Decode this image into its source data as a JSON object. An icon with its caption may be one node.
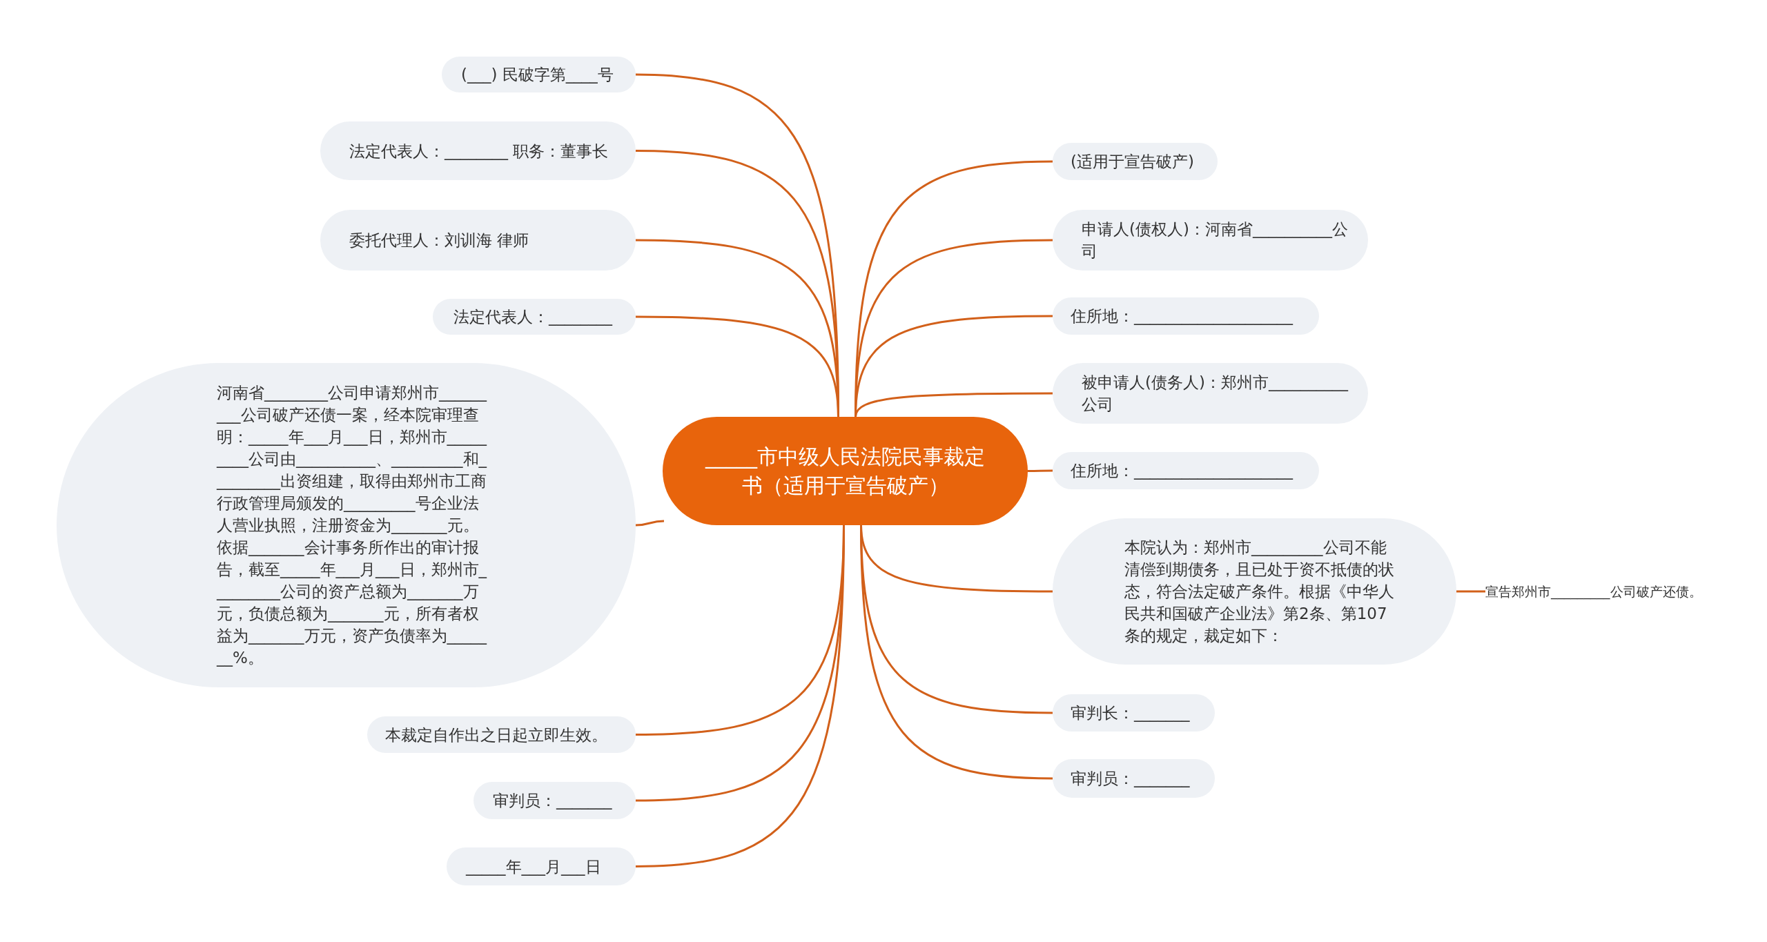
{
  "diagram": {
    "nodes": [
      {
        "text": [
          "_____市中级人民法院民事裁定书（适用于宣告破产）"
        ]
      },
      {
        "text": [
          "(___) 民破字第____号"
        ]
      },
      {
        "text": [
          "法定代表人：________ 职务：董事长"
        ]
      },
      {
        "text": [
          "委托代理人：刘训海 律师"
        ]
      },
      {
        "text": [
          "法定代表人：________"
        ]
      },
      {
        "text": [
          "河南省________公司申请郑州市_________公司破产还债一案，经本院审理查明：_____年___月___日，郑州市_________公司由__________、_________和_________出资组建，取得由郑州市工商行政管理局颁发的_________号企业法人营业执照，注册资金为_______元。依据_______会计事务所作出的审计报告，截至_____年___月___日，郑州市_________公司的资产总额为_______万元，负债总额为_______元，所有者权益为_______万元，资产负债率为_______%。"
        ]
      },
      {
        "text": [
          "本裁定自作出之日起立即生效。"
        ]
      },
      {
        "text": [
          "审判员：_______"
        ]
      },
      {
        "text": [
          "_____年___月___日"
        ]
      },
      {
        "text": [
          "(适用于宣告破产)"
        ]
      },
      {
        "text": [
          "申请人(债权人)：河南省__________公司"
        ]
      },
      {
        "text": [
          "住所地：____________________"
        ]
      },
      {
        "text": [
          "被申请人(债务人)：郑州市__________公司"
        ]
      },
      {
        "text": [
          "住所地：____________________"
        ]
      },
      {
        "text": [
          "本院认为：郑州市_________公司不能清偿到期债务，且已处于资不抵债的状态，符合法定破产条件。根据《中华人民共和国破产企业法》第2条、第107条的规定，裁定如下："
        ]
      },
      {
        "text": [
          "宣告郑州市_________公司破产还债。"
        ]
      },
      {
        "text": [
          "审判长：_______"
        ]
      },
      {
        "text": [
          "审判员：_______"
        ]
      }
    ],
    "edges": [
      {
        "from": 0,
        "to": 1,
        "arrow": "none"
      },
      {
        "from": 0,
        "to": 2,
        "arrow": "none"
      },
      {
        "from": 0,
        "to": 3,
        "arrow": "none"
      },
      {
        "from": 0,
        "to": 4,
        "arrow": "none"
      },
      {
        "from": 0,
        "to": 5,
        "arrow": "none"
      },
      {
        "from": 0,
        "to": 6,
        "arrow": "none"
      },
      {
        "from": 0,
        "to": 7,
        "arrow": "none"
      },
      {
        "from": 0,
        "to": 8,
        "arrow": "none"
      },
      {
        "from": 0,
        "to": 9,
        "arrow": "none"
      },
      {
        "from": 0,
        "to": 10,
        "arrow": "none"
      },
      {
        "from": 0,
        "to": 11,
        "arrow": "none"
      },
      {
        "from": 0,
        "to": 12,
        "arrow": "none"
      },
      {
        "from": 0,
        "to": 13,
        "arrow": "none"
      },
      {
        "from": 0,
        "to": 14,
        "arrow": "none"
      },
      {
        "from": 14,
        "to": 15,
        "arrow": "none"
      },
      {
        "from": 0,
        "to": 16,
        "arrow": "none"
      },
      {
        "from": 0,
        "to": 17,
        "arrow": "none"
      }
    ]
  }
}
